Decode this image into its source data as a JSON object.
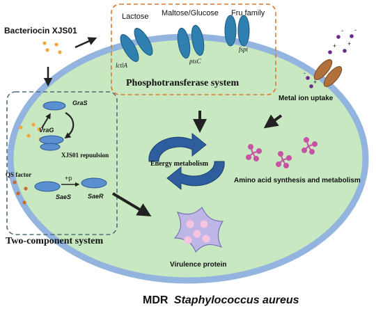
{
  "title_prefix": "MDR",
  "title_species": "Staphylococcus aureus",
  "bacteriocin_label": "Bacteriocin XJS01",
  "pts": {
    "lactose": "Lactose",
    "maltose_glucose": "Maltose/Glucose",
    "fru_family": "Fru family",
    "gene_lctlA": "lctlA",
    "gene_ptsC": "ptsC",
    "gene_fspt": "fspt",
    "system_label": "Phosphotransferase system"
  },
  "metal_ion_label": "Metal ion uptake",
  "energy_label": "Energy metabolism",
  "amino_label": "Amino acid synthesis and metabolism",
  "virulence_label": "Virulence protein",
  "tcs": {
    "gras": "GraS",
    "vrag": "VraG",
    "repulsion": "XJS01 repuulsion",
    "qs_factor": "QS factor",
    "phospho": "+p",
    "saes": "SaeS",
    "saer": "SaeR",
    "system_label": "Two-component system"
  },
  "colors": {
    "background": "#ffffff",
    "cell_fill": "#c8e8c2",
    "cell_border": "#93b4de",
    "transporter": "#2f7fb0",
    "pts_box": "#d97a2b",
    "tcs_box": "#4d6e78",
    "bacteriocin_dot": "#f4a63a",
    "qs_dot": "#c96a2d",
    "amino_acid": "#c752a4",
    "virulence_fill": "#bdb6e6",
    "virulence_dot": "#f7c4df",
    "energy_arrow": "#2e5e9e",
    "metal_channel": "#b0713c",
    "ion_dot": "#6a2a8c"
  }
}
